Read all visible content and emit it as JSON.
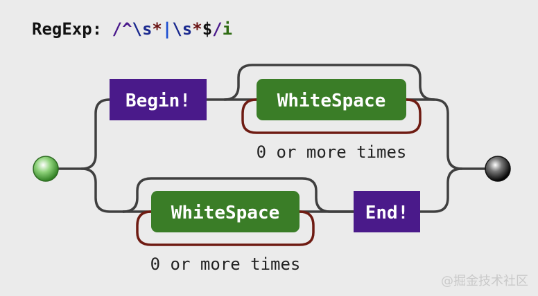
{
  "header": {
    "label": "RegExp:",
    "pattern_tokens": [
      {
        "text": "/",
        "color": "#4b1a8c"
      },
      {
        "text": "^",
        "color": "#4b1a8c"
      },
      {
        "text": "\\s",
        "color": "#1b2a8f"
      },
      {
        "text": "*",
        "color": "#6b1414"
      },
      {
        "text": "|",
        "color": "#1d4fd1"
      },
      {
        "text": "\\s",
        "color": "#1b2a8f"
      },
      {
        "text": "*",
        "color": "#6b1414"
      },
      {
        "text": "$",
        "color": "#111111"
      },
      {
        "text": "/",
        "color": "#4b1a8c"
      },
      {
        "text": "i",
        "color": "#2e6b12"
      }
    ]
  },
  "diagram": {
    "nodes": {
      "begin": {
        "label": "Begin!"
      },
      "whitespace_top": {
        "label": "WhiteSpace"
      },
      "whitespace_bottom": {
        "label": "WhiteSpace"
      },
      "end": {
        "label": "End!"
      }
    },
    "captions": {
      "top_repeat": "0 or more times",
      "bottom_repeat": "0 or more times"
    }
  },
  "colors": {
    "background": "#ebebeb",
    "anchor_box": "#4a1a8a",
    "charset_box": "#3a7d27",
    "rail": "#3f3f3f",
    "loop_rail": "#6e1b12",
    "start_dot": "#5db64b",
    "end_dot": "#222222"
  },
  "watermark": "@掘金技术社区"
}
